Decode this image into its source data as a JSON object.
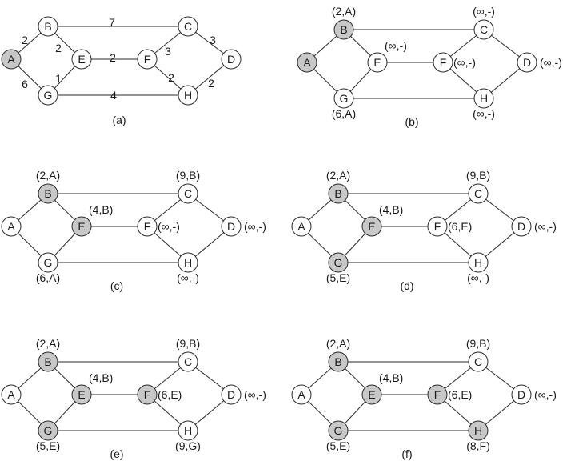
{
  "colors": {
    "visited_fill": "#c8c8c8",
    "unvisited_fill": "#ffffff",
    "stroke": "#2a2a2a",
    "background": "#ffffff"
  },
  "nodes": [
    "A",
    "B",
    "C",
    "D",
    "E",
    "F",
    "G",
    "H"
  ],
  "edges": [
    {
      "id": "A-B",
      "from": "A",
      "to": "B",
      "weight": "2"
    },
    {
      "id": "A-G",
      "from": "A",
      "to": "G",
      "weight": "6"
    },
    {
      "id": "B-C",
      "from": "B",
      "to": "C",
      "weight": "7"
    },
    {
      "id": "B-E",
      "from": "B",
      "to": "E",
      "weight": "2"
    },
    {
      "id": "G-E",
      "from": "G",
      "to": "E",
      "weight": "1"
    },
    {
      "id": "G-H",
      "from": "G",
      "to": "H",
      "weight": "4"
    },
    {
      "id": "E-F",
      "from": "E",
      "to": "F",
      "weight": "2"
    },
    {
      "id": "F-C",
      "from": "F",
      "to": "C",
      "weight": "3"
    },
    {
      "id": "F-H",
      "from": "F",
      "to": "H",
      "weight": "2"
    },
    {
      "id": "C-D",
      "from": "C",
      "to": "D",
      "weight": "3"
    },
    {
      "id": "H-D",
      "from": "H",
      "to": "D",
      "weight": "2"
    }
  ],
  "panels": [
    {
      "caption": "(a)",
      "show_weights": true,
      "visited": [
        "A"
      ],
      "annotations": {}
    },
    {
      "caption": "(b)",
      "show_weights": false,
      "visited": [
        "A",
        "B"
      ],
      "annotations": {
        "B": "(2,A)",
        "C": "(∞,-)",
        "D": "(∞,-)",
        "E": "(∞,-)",
        "F": "(∞,-)",
        "G": "(6,A)",
        "H": "(∞,-)"
      }
    },
    {
      "caption": "(c)",
      "show_weights": false,
      "visited": [
        "B",
        "E"
      ],
      "annotations": {
        "B": "(2,A)",
        "C": "(9,B)",
        "D": "(∞,-)",
        "E": "(4,B)",
        "F": "(∞,-)",
        "G": "(6,A)",
        "H": "(∞,-)"
      }
    },
    {
      "caption": "(d)",
      "show_weights": false,
      "visited": [
        "B",
        "E",
        "G"
      ],
      "annotations": {
        "B": "(2,A)",
        "C": "(9,B)",
        "D": "(∞,-)",
        "E": "(4,B)",
        "F": "(6,E)",
        "G": "(5,E)",
        "H": "(∞,-)"
      }
    },
    {
      "caption": "(e)",
      "show_weights": false,
      "visited": [
        "B",
        "E",
        "G",
        "F"
      ],
      "annotations": {
        "B": "(2,A)",
        "C": "(9,B)",
        "D": "(∞,-)",
        "E": "(4,B)",
        "F": "(6,E)",
        "G": "(5,E)",
        "H": "(9,G)"
      }
    },
    {
      "caption": "(f)",
      "show_weights": false,
      "visited": [
        "B",
        "E",
        "G",
        "F",
        "H"
      ],
      "annotations": {
        "B": "(2,A)",
        "C": "(9,B)",
        "D": "(∞,-)",
        "E": "(4,B)",
        "F": "(6,E)",
        "G": "(5,E)",
        "H": "(8,F)"
      }
    }
  ]
}
